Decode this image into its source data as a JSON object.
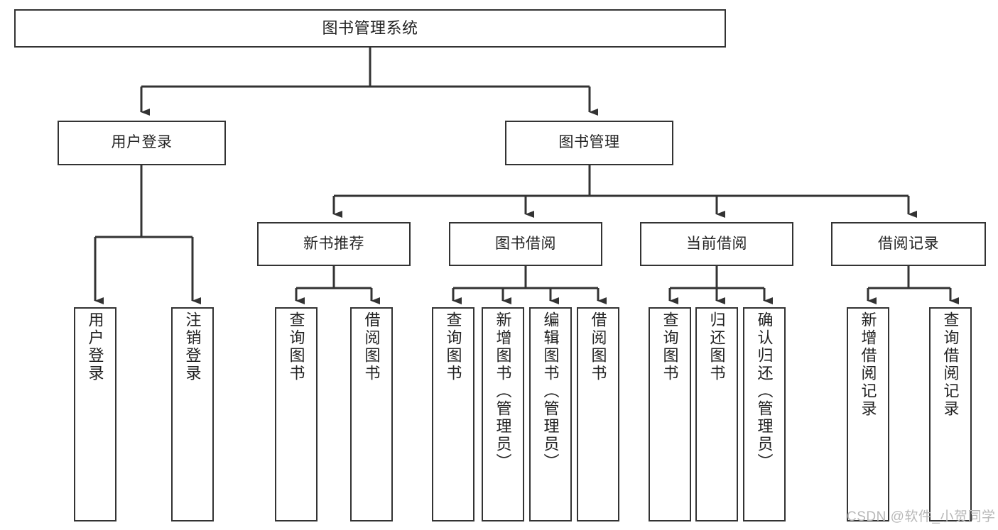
{
  "diagram": {
    "title": "图书管理系统",
    "type": "tree-hierarchy-chart",
    "root": {
      "label": "图书管理系统"
    },
    "level2": [
      {
        "label": "用户登录"
      },
      {
        "label": "图书管理"
      }
    ],
    "level3": [
      {
        "label": "新书推荐"
      },
      {
        "label": "图书借阅"
      },
      {
        "label": "当前借阅"
      },
      {
        "label": "借阅记录"
      }
    ],
    "leaves": {
      "user_login": [
        {
          "label": "用户登录"
        },
        {
          "label": "注销登录"
        }
      ],
      "new_book_recommend": [
        {
          "label": "查询图书"
        },
        {
          "label": "借阅图书"
        }
      ],
      "book_borrow": [
        {
          "label": "查询图书"
        },
        {
          "label": "新增图书（管理员）"
        },
        {
          "label": "编辑图书（管理员）"
        },
        {
          "label": "借阅图书"
        }
      ],
      "current_borrow": [
        {
          "label": "查询图书"
        },
        {
          "label": "归还图书"
        },
        {
          "label": "确认归还（管理员）"
        }
      ],
      "borrow_record": [
        {
          "label": "新增借阅记录"
        },
        {
          "label": "查询借阅记录"
        }
      ]
    }
  },
  "watermark": {
    "text": "CSDN @软件_小贺同学"
  },
  "colors": {
    "stroke": "#333333",
    "text": "#222222",
    "background": "#ffffff",
    "watermark": "#b8b8b8"
  }
}
